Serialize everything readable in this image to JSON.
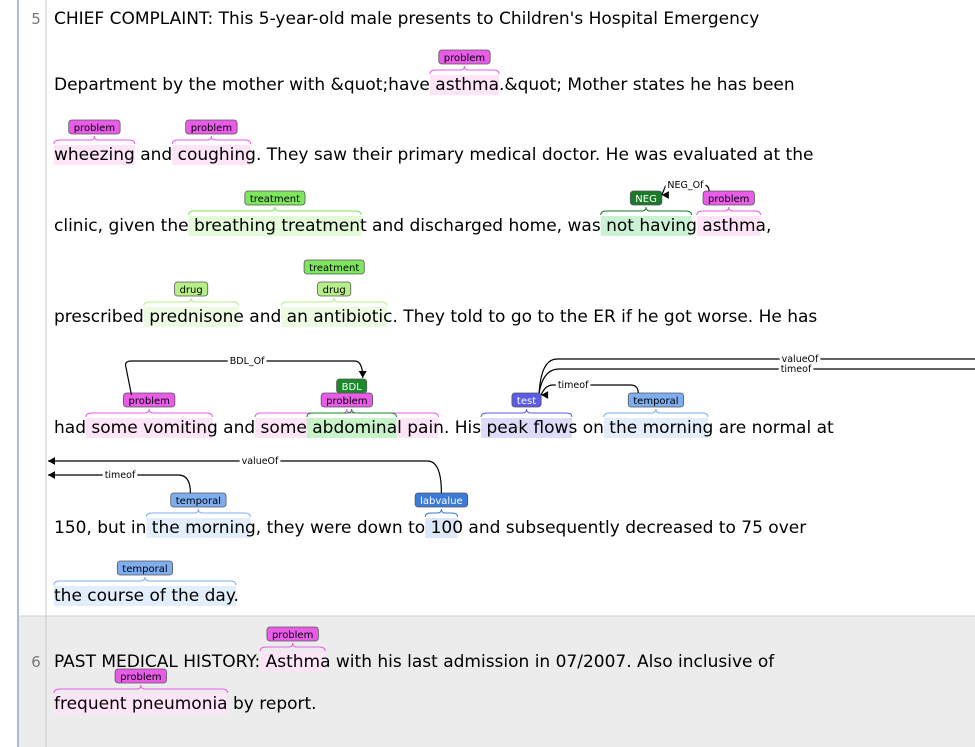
{
  "sentences": [
    {
      "number": "5",
      "lines": [
        "CHIEF COMPLAINT:  This 5-year-old male presents to Children's Hospital Emergency",
        "Department by the mother with &quot;have asthma.&quot;  Mother states he has been",
        "wheezing and coughing.  They saw their primary medical doctor.  He was evaluated at the",
        "clinic, given the breathing treatment and discharged home, was not having      asthma,",
        "prescribed prednisone and an antibiotic.  They told to go to the ER if he got worse.  He has",
        "had some vomiting and some abdominal pain.  His peak flows on the morning are normal at",
        "150, but in the morning, they were down to  100   and subsequently decreased to 75 over",
        "the course of the day."
      ]
    },
    {
      "number": "6",
      "lines": [
        "PAST MEDICAL HISTORY:  Asthma with his last admission in 07/2007.  Also inclusive of",
        "frequent pneumonia by report."
      ]
    }
  ],
  "entity_labels": {
    "problem": "problem",
    "treatment": "treatment",
    "drug": "drug",
    "test": "test",
    "temporal": "temporal",
    "labvalue": "labvalue",
    "neg": "NEG",
    "bdl": "BDL"
  },
  "relation_labels": {
    "neg_of": "NEG_Of",
    "bdl_of": "BDL_Of",
    "value_of": "valueOf",
    "time_of": "timeof"
  },
  "colors": {
    "problem": "#e85ce8",
    "problem_highlight": "#fde4f7",
    "treatment": "#7ee65e",
    "treatment_highlight": "#e3fbd8",
    "drug": "#b8ee8a",
    "drug_highlight": "#eefbe3",
    "test": "#5b5be8",
    "test_highlight": "#dcdcf8",
    "temporal": "#7eaef0",
    "temporal_highlight": "#e3eefc",
    "labvalue": "#3a7ad8",
    "labvalue_highlight": "#dce8f8",
    "neg": "#1a7a2a",
    "neg_highlight": "#ccf2d6",
    "bdl": "#1a8a2a",
    "bdl_highlight": "#c8f2c8",
    "sentence_alt_background": "#ececec"
  }
}
